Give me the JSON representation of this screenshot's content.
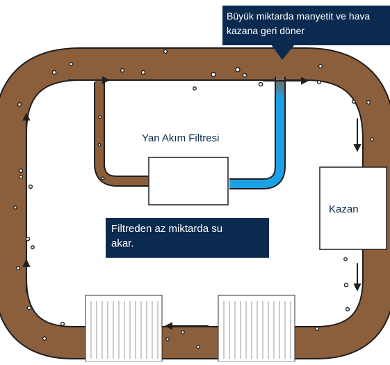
{
  "callouts": {
    "top_line1": "Büyük miktarda manyetit ve hava",
    "top_line2": "kazana geri döner",
    "mid_line1": "Filtreden az miktarda su",
    "mid_line2": "akar."
  },
  "labels": {
    "filter": "Yan Akım Filtresi",
    "boiler": "Kazan"
  },
  "colors": {
    "pipe_sludge": "#8b5e3c",
    "pipe_outline": "#1f1f1f",
    "clean_water": "#1da1e6",
    "callout_bg": "#0b2a4f",
    "label_text": "#0b2a4f"
  }
}
